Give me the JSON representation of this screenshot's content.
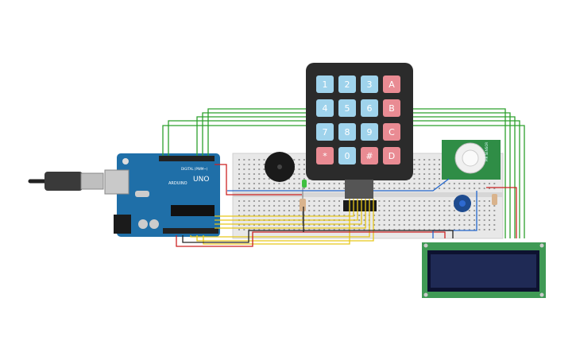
{
  "circuit": {
    "arduino": {
      "model": "UNO",
      "brand": "ARDUINO",
      "tag": "DIGITAL (PWM~)"
    },
    "keypad": {
      "keys": [
        "1",
        "2",
        "3",
        "A",
        "4",
        "5",
        "6",
        "B",
        "7",
        "8",
        "9",
        "C",
        "*",
        "0",
        "#",
        "D"
      ]
    },
    "pir": {
      "label": "PIR SENSOR"
    },
    "colors": {
      "board": "#1f6fa8",
      "breadboard": "#e8e8e8",
      "keypad_body": "#2b2b2b",
      "key_blue": "#9fd3ec",
      "key_red": "#e98b93",
      "lcd_pcb": "#3f9a55",
      "lcd_screen": "#1f2a55",
      "wire_green": "#2ca02c",
      "wire_yellow": "#e6c619",
      "wire_red": "#cc2222",
      "wire_blue": "#2266cc",
      "wire_black": "#222222"
    }
  }
}
